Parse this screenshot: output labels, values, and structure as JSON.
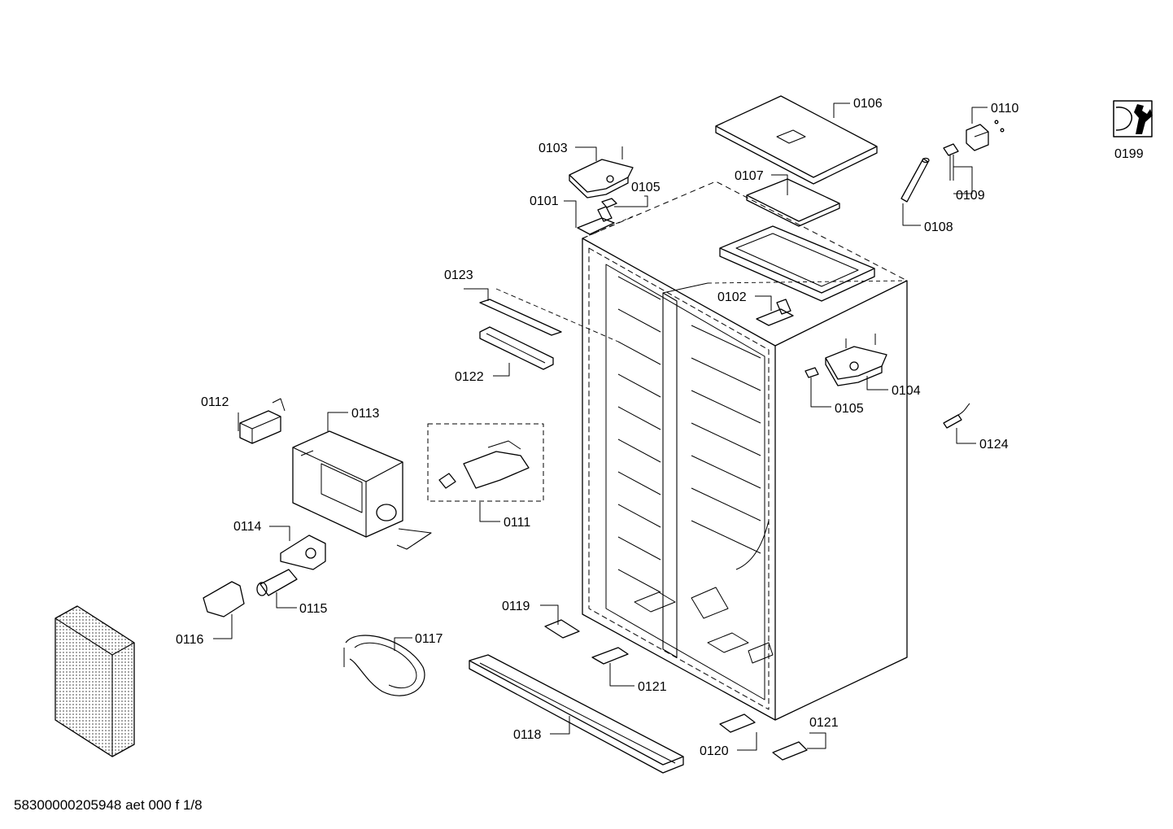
{
  "parts": {
    "p0101": "0101",
    "p0102": "0102",
    "p0103": "0103",
    "p0104": "0104",
    "p0105a": "0105",
    "p0105b": "0105",
    "p0106": "0106",
    "p0107": "0107",
    "p0108": "0108",
    "p0109": "0109",
    "p0110": "0110",
    "p0111": "0111",
    "p0112": "0112",
    "p0113": "0113",
    "p0114": "0114",
    "p0115": "0115",
    "p0116": "0116",
    "p0117": "0117",
    "p0118": "0118",
    "p0119": "0119",
    "p0120": "0120",
    "p0121a": "0121",
    "p0121b": "0121",
    "p0122": "0122",
    "p0123": "0123",
    "p0124": "0124",
    "p0199": "0199"
  },
  "footer": "58300000205948 aet 000 f 1/8"
}
